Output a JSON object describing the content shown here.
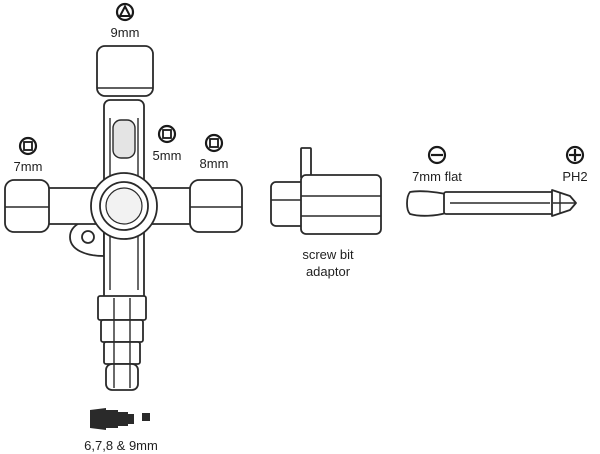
{
  "labels": {
    "top_9mm": "9mm",
    "left_7mm": "7mm",
    "center_5mm": "5mm",
    "right_8mm": "8mm",
    "adaptor_line1": "screw bit",
    "adaptor_line2": "adaptor",
    "flat_bit": "7mm flat",
    "phillips_bit": "PH2",
    "stepped": "6,7,8 & 9mm"
  },
  "icons": {
    "top": "triangle-in-circle-icon",
    "left": "square-in-circle-icon",
    "center": "square-in-circle-icon",
    "right": "square-in-circle-icon",
    "flat": "slot-in-circle-icon",
    "phillips": "cross-in-circle-icon",
    "stepped_profile": "stepped-profile-icon"
  },
  "colors": {
    "outline": "#2a2a2a",
    "text": "#1f1f1f",
    "shade": "#e4e4e4"
  }
}
